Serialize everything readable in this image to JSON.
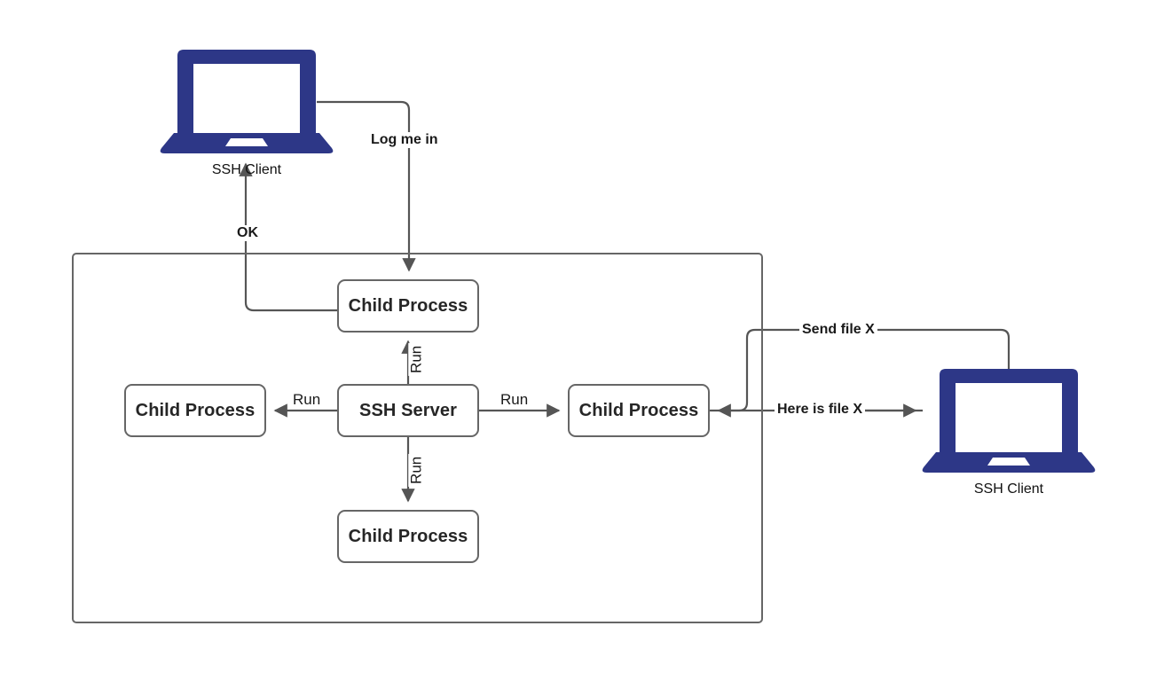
{
  "diagram": {
    "title": "SSH Server child process model",
    "colors": {
      "laptop": "#2d3787",
      "stroke": "#666666",
      "text": "#262626",
      "background": "#ffffff"
    },
    "nodes": [
      {
        "id": "child-top",
        "label": "Child Process"
      },
      {
        "id": "child-left",
        "label": "Child Process"
      },
      {
        "id": "ssh-server",
        "label": "SSH Server"
      },
      {
        "id": "child-right",
        "label": "Child Process"
      },
      {
        "id": "child-bottom",
        "label": "Child Process"
      }
    ],
    "laptops": [
      {
        "id": "ssh-client-top",
        "caption": "SSH Client"
      },
      {
        "id": "ssh-client-right",
        "caption": "SSH Client"
      }
    ],
    "edges": [
      {
        "id": "log-me-in",
        "label": "Log me in",
        "from": "ssh-client-top",
        "to": "child-top"
      },
      {
        "id": "ok",
        "label": "OK",
        "from": "child-top",
        "to": "ssh-client-top"
      },
      {
        "id": "run-up",
        "label": "Run",
        "from": "ssh-server",
        "to": "child-top"
      },
      {
        "id": "run-left",
        "label": "Run",
        "from": "ssh-server",
        "to": "child-left"
      },
      {
        "id": "run-right",
        "label": "Run",
        "from": "ssh-server",
        "to": "child-right"
      },
      {
        "id": "run-down",
        "label": "Run",
        "from": "ssh-server",
        "to": "child-bottom"
      },
      {
        "id": "send-file-x",
        "label": "Send file X",
        "from": "child-right",
        "to": "ssh-client-right"
      },
      {
        "id": "here-is-file-x",
        "label": "Here is file X",
        "from": "ssh-client-right",
        "to": "child-right"
      }
    ]
  }
}
